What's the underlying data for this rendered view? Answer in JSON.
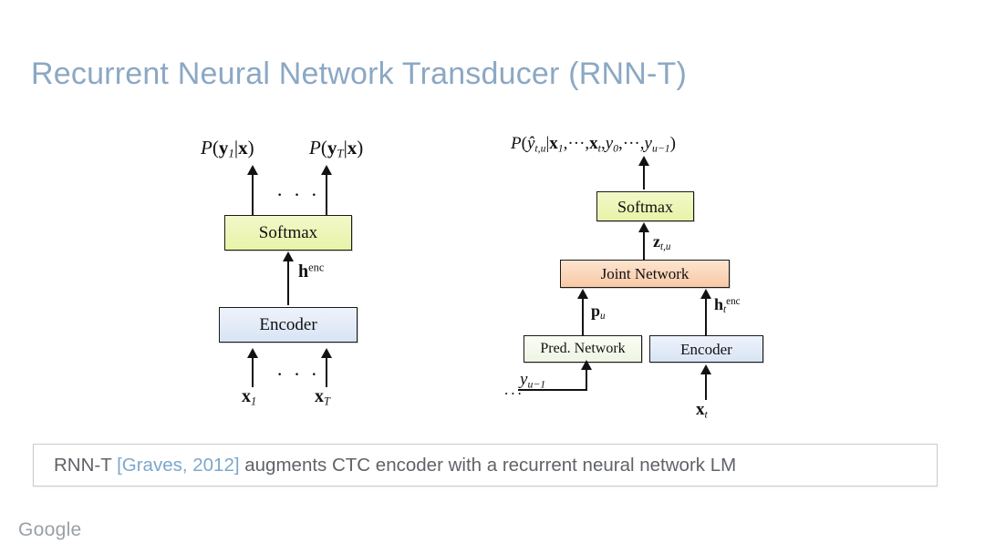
{
  "slide": {
    "title": "Recurrent Neural Network Transducer (RNN-T)",
    "title_color": "#8ba8c4",
    "background": "#ffffff",
    "brand": "Google",
    "brand_color": "#9aa0a6"
  },
  "caption": {
    "prefix": "RNN-T ",
    "citation": "[Graves, 2012]",
    "suffix": " augments CTC encoder with a recurrent neural network LM",
    "full_text": "RNN-T [Graves, 2012] augments CTC encoder with a recurrent neural network LM",
    "text_color": "#5f6368",
    "citation_color": "#7da7cd",
    "border_color": "#c8ccd0"
  },
  "diagrams": {
    "ctc": {
      "name": "CTC encoder diagram",
      "outputs": {
        "left": "P(y1|x)",
        "right": "P(yT|x)",
        "ellipsis": "· · ·"
      },
      "nodes": [
        {
          "id": "softmax",
          "label": "Softmax",
          "fill": "#eaf3ad"
        },
        {
          "id": "encoder",
          "label": "Encoder",
          "fill": "#d8e4f4"
        }
      ],
      "edge_label": "h^enc",
      "inputs": {
        "left": "x1",
        "right": "xT",
        "ellipsis": "· · ·"
      }
    },
    "rnnt": {
      "name": "RNN-T diagram",
      "output_formula": "P(ŷt,u | x1, ···, xt, y0, ···, yu−1)",
      "nodes": [
        {
          "id": "softmax",
          "label": "Softmax",
          "fill": "#eaf3ad"
        },
        {
          "id": "joint-network",
          "label": "Joint Network",
          "fill": "#f8c9a6"
        },
        {
          "id": "pred-network",
          "label": "Pred. Network",
          "fill": "#eef5e4"
        },
        {
          "id": "encoder",
          "label": "Encoder",
          "fill": "#d8e4f4"
        }
      ],
      "edge_labels": {
        "softmax_input": "z_t,u",
        "pred_output": "p_u",
        "encoder_output": "h_t^enc"
      },
      "inputs": {
        "prediction_feedback": "y_u−1",
        "prediction_feedback_ellipsis": "...",
        "encoder_input": "x_t"
      }
    }
  }
}
